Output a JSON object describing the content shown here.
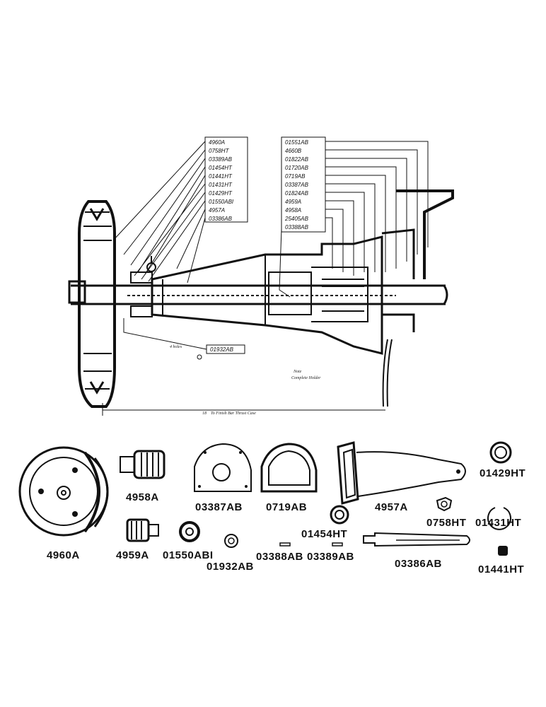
{
  "diagram": {
    "left_callouts": [
      "4960A",
      "0758HT",
      "03389AB",
      "01454HT",
      "01441HT",
      "01431HT",
      "01429HT",
      "01550ABI",
      "4957A",
      "03386AB"
    ],
    "right_callouts": [
      "01551AB",
      "4660B",
      "01822AB",
      "01720AB",
      "0719AB",
      "03387AB",
      "01824AB",
      "4959A",
      "4958A",
      "25405AB",
      "03388AB"
    ],
    "bottom_callout": "01932AB",
    "bottom_note": "4 holes",
    "note_text": "Note",
    "note_text2": "Complete Holder",
    "dimension_text": "To Finish Bar Thrust Case",
    "dimension_value": "18"
  },
  "parts": {
    "p4960A": "4960A",
    "p4958A": "4958A",
    "p03387AB": "03387AB",
    "p0719AB": "0719AB",
    "p4957A": "4957A",
    "p01429HT": "01429HT",
    "p01454HT": "01454HT",
    "p0758HT": "0758HT",
    "p01431HT": "01431HT",
    "p4959A": "4959A",
    "p01550ABI": "01550ABI",
    "p01932AB": "01932AB",
    "p03388AB": "03388AB",
    "p03389AB": "03389AB",
    "p03386AB": "03386AB",
    "p01441HT": "01441HT"
  }
}
